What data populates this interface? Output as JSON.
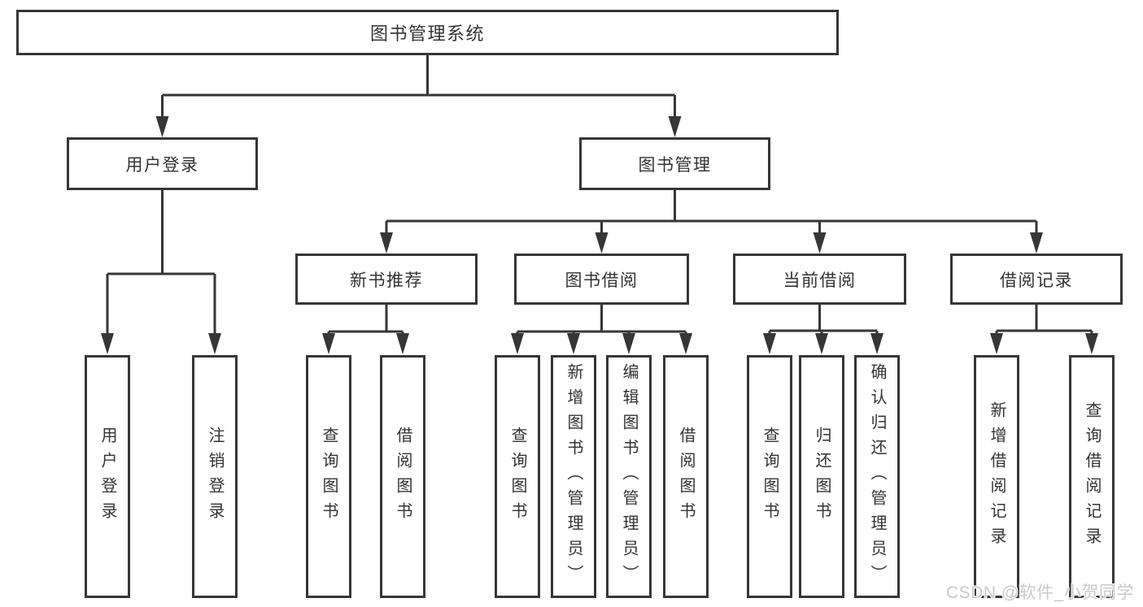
{
  "diagram_title": "图书管理系统",
  "nodes": {
    "root": "图书管理系统",
    "user_login": "用户登录",
    "book_mgmt": "图书管理",
    "new_book_rec": "新书推荐",
    "book_borrow": "图书借阅",
    "current_borrow": "当前借阅",
    "borrow_record": "借阅记录",
    "leaves": {
      "user_login_child_1": "用户登录",
      "user_login_child_2": "注销登录",
      "new_book_rec_child_1": "查询图书",
      "new_book_rec_child_2": "借阅图书",
      "book_borrow_child_1": "查询图书",
      "book_borrow_child_2": "新增图书（管理员）",
      "book_borrow_child_3": "编辑图书（管理员）",
      "book_borrow_child_4": "借阅图书",
      "current_borrow_child_1": "查询图书",
      "current_borrow_child_2": "归还图书",
      "current_borrow_child_3": "确认归还（管理员）",
      "borrow_record_child_1": "新增借阅记录",
      "borrow_record_child_2": "查询借阅记录"
    }
  },
  "watermark": {
    "text": "CSDN @软件_小贺同学"
  },
  "colors": {
    "line": "#363636",
    "text": "#333333",
    "watermark": "#c9c9c9",
    "background": "#ffffff"
  }
}
